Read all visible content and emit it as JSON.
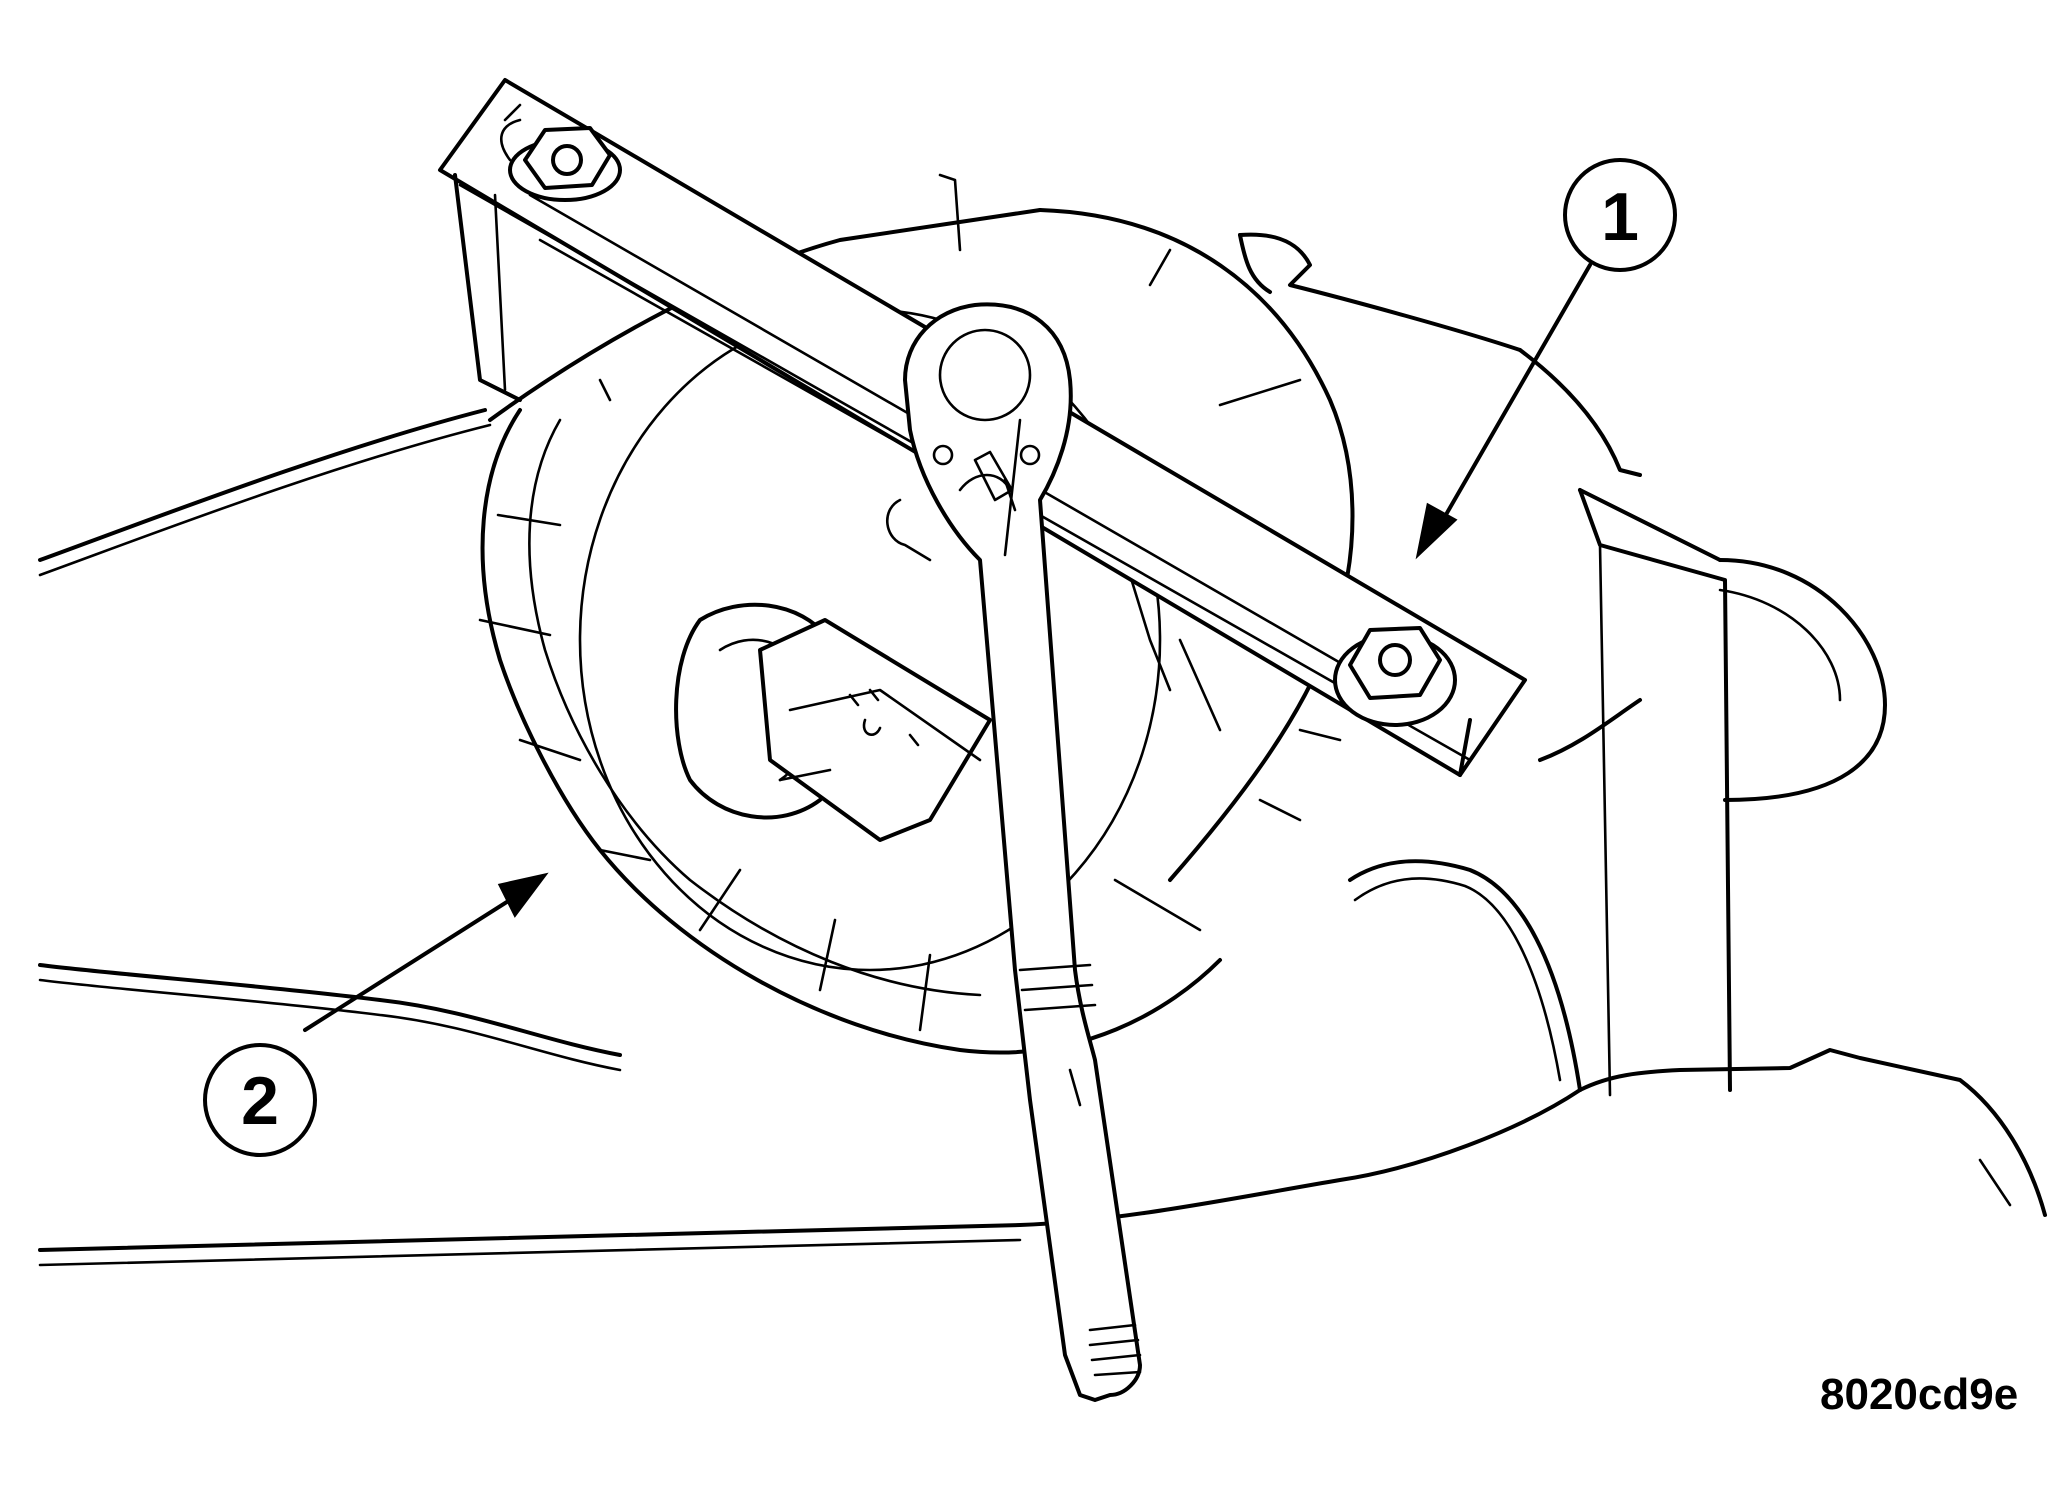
{
  "callouts": [
    {
      "label": "1"
    },
    {
      "label": "2"
    }
  ],
  "figure_id": "8020cd9e",
  "colors": {
    "ink": "#000000",
    "paper": "#ffffff"
  }
}
